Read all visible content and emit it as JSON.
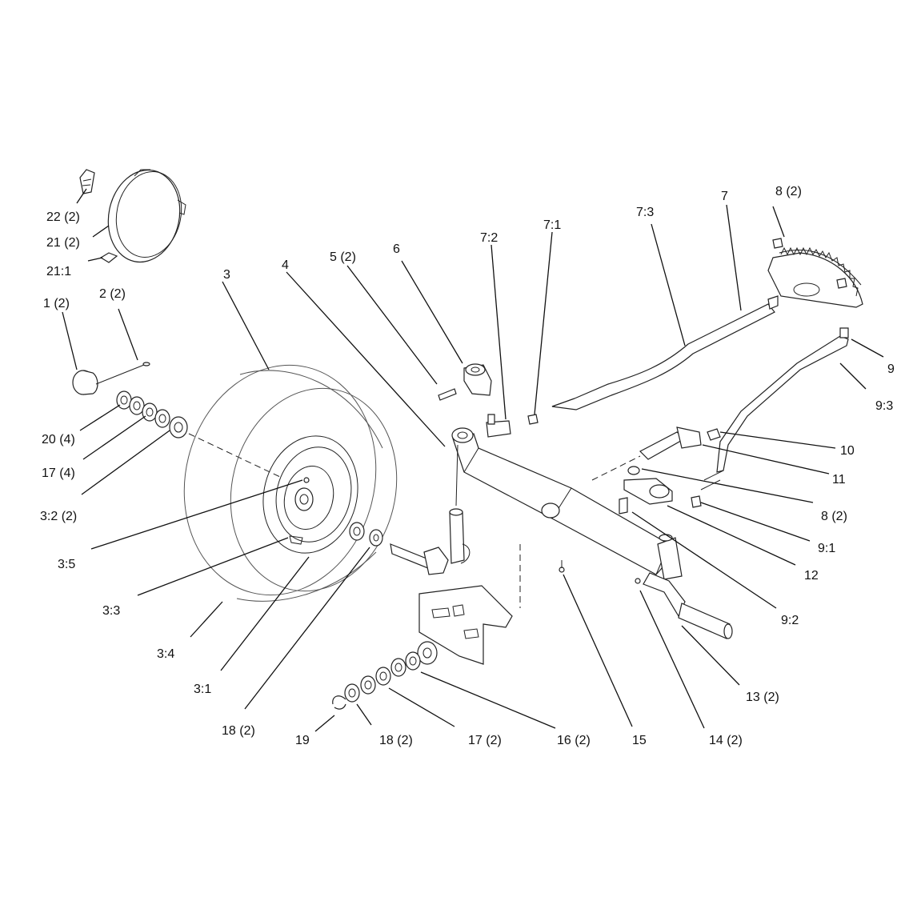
{
  "callouts": [
    {
      "id": "c22",
      "text": "22 (2)"
    },
    {
      "id": "c21",
      "text": "21 (2)"
    },
    {
      "id": "c21_1",
      "text": "21:1"
    },
    {
      "id": "c1",
      "text": "1 (2)"
    },
    {
      "id": "c2",
      "text": "2 (2)"
    },
    {
      "id": "c3",
      "text": "3"
    },
    {
      "id": "c4",
      "text": "4"
    },
    {
      "id": "c5",
      "text": "5 (2)"
    },
    {
      "id": "c6",
      "text": "6"
    },
    {
      "id": "c7_2",
      "text": "7:2"
    },
    {
      "id": "c7_1",
      "text": "7:1"
    },
    {
      "id": "c7_3",
      "text": "7:3"
    },
    {
      "id": "c7",
      "text": "7"
    },
    {
      "id": "c8_top",
      "text": "8 (2)"
    },
    {
      "id": "c9",
      "text": "9"
    },
    {
      "id": "c9_3",
      "text": "9:3"
    },
    {
      "id": "c10",
      "text": "10"
    },
    {
      "id": "c11",
      "text": "11"
    },
    {
      "id": "c8_mid",
      "text": "8 (2)"
    },
    {
      "id": "c9_1",
      "text": "9:1"
    },
    {
      "id": "c12",
      "text": "12"
    },
    {
      "id": "c9_2",
      "text": "9:2"
    },
    {
      "id": "c13",
      "text": "13 (2)"
    },
    {
      "id": "c14",
      "text": "14 (2)"
    },
    {
      "id": "c15",
      "text": "15"
    },
    {
      "id": "c16",
      "text": "16 (2)"
    },
    {
      "id": "c17_bot",
      "text": "17 (2)"
    },
    {
      "id": "c18_bot",
      "text": "18 (2)"
    },
    {
      "id": "c19",
      "text": "19"
    },
    {
      "id": "c18_mid",
      "text": "18 (2)"
    },
    {
      "id": "c3_1",
      "text": "3:1"
    },
    {
      "id": "c3_4",
      "text": "3:4"
    },
    {
      "id": "c3_3",
      "text": "3:3"
    },
    {
      "id": "c3_5",
      "text": "3:5"
    },
    {
      "id": "c3_2",
      "text": "3:2 (2)"
    },
    {
      "id": "c17_left",
      "text": "17 (4)"
    },
    {
      "id": "c20",
      "text": "20 (4)"
    }
  ]
}
